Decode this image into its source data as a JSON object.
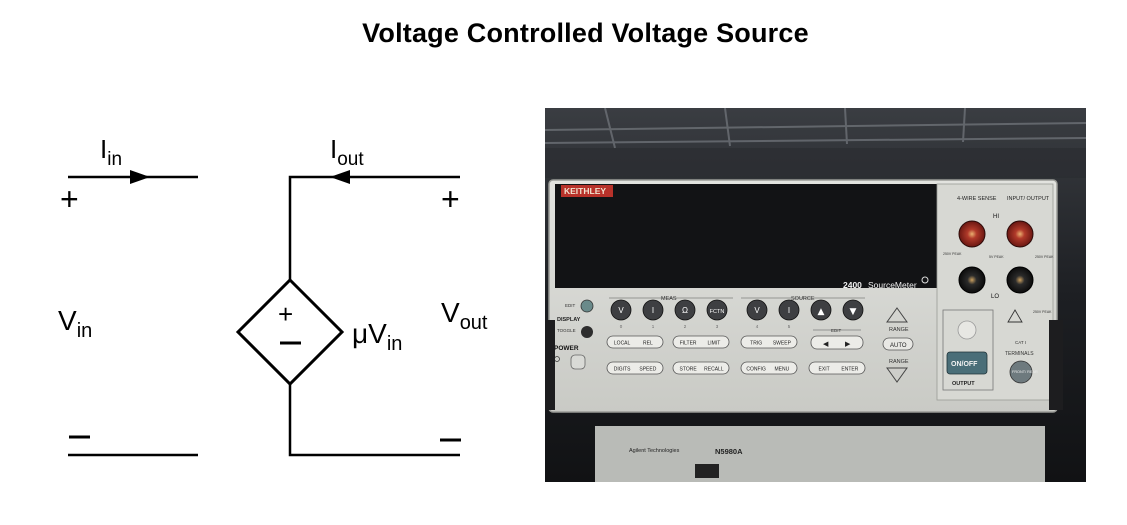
{
  "title": "Voltage Controlled Voltage Source",
  "circuit": {
    "input_current": "I",
    "input_current_sub": "in",
    "output_current": "I",
    "output_current_sub": "out",
    "input_voltage": "V",
    "input_voltage_sub": "in",
    "output_voltage": "V",
    "output_voltage_sub": "out",
    "gain": "μV",
    "gain_sub": "in",
    "plus": "+",
    "minus": "−"
  },
  "instrument": {
    "brand": "KEITHLEY",
    "model": "2400",
    "model_name": "SourceMeter",
    "left_panel": {
      "edit": "EDIT",
      "display": "DISPLAY",
      "toggle": "TOGGLE",
      "power": "POWER"
    },
    "meas_label": "MEAS",
    "source_label": "SOURCE",
    "edit_label": "EDIT",
    "meas_keys": [
      "V",
      "I",
      "Ω",
      "FCTN"
    ],
    "source_keys": [
      "V",
      "I"
    ],
    "meas_key_numbers": [
      "0",
      "1",
      "2",
      "3"
    ],
    "source_key_numbers": [
      "4",
      "5"
    ],
    "row2": [
      "LOCAL",
      "REL",
      "FILTER",
      "LIMIT",
      "TRIG",
      "SWEEP"
    ],
    "row3": [
      "DIGITS",
      "SPEED",
      "STORE",
      "RECALL",
      "CONFIG",
      "MENU",
      "EXIT",
      "ENTER"
    ],
    "range_up": "RANGE",
    "auto": "AUTO",
    "range_down": "RANGE",
    "sense_label": "4-WIRE SENSE",
    "io_label": "INPUT/ OUTPUT",
    "hi": "HI",
    "lo": "LO",
    "peak_labels": [
      "250V PEAK",
      "5V PEAK",
      "250V PEAK",
      "250V PEAK"
    ],
    "onoff": "ON/OFF",
    "output": "OUTPUT",
    "cat": "CAT I",
    "terminals": "TERMINALS",
    "front_rear": "FRONT/ REAR",
    "lower_brand": "Agilent Technologies",
    "lower_model": "N5980A"
  }
}
